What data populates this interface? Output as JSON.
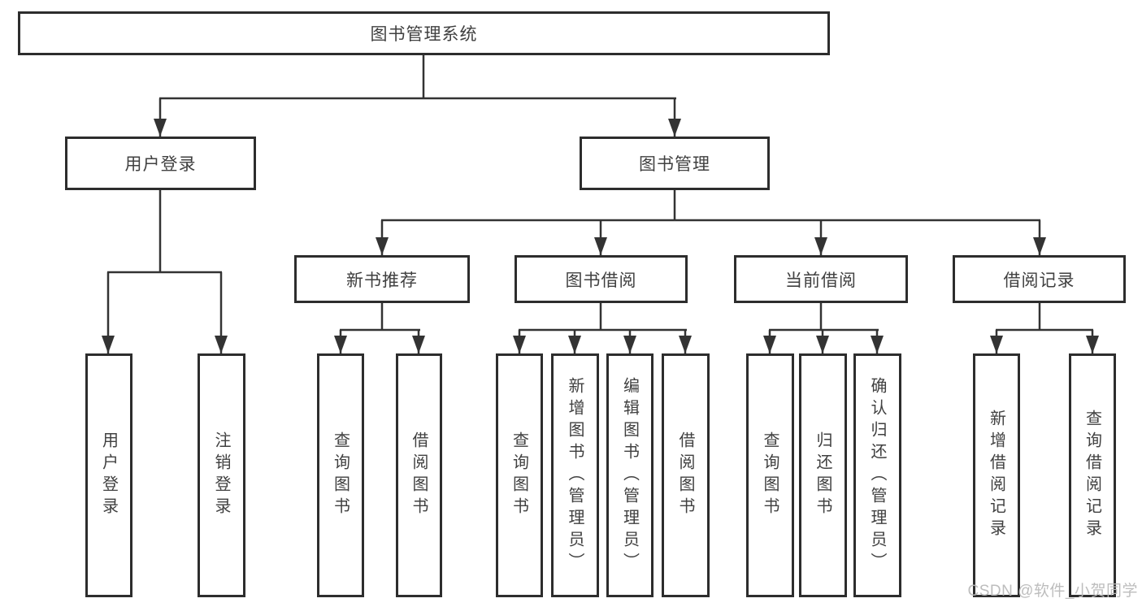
{
  "diagram": {
    "root": {
      "label": "图书管理系统"
    },
    "branches": [
      {
        "label": "用户登录",
        "children": [
          {
            "label": "用户登录"
          },
          {
            "label": "注销登录"
          }
        ]
      },
      {
        "label": "图书管理",
        "children": [
          {
            "label": "新书推荐",
            "children": [
              {
                "label": "查询图书"
              },
              {
                "label": "借阅图书"
              }
            ]
          },
          {
            "label": "图书借阅",
            "children": [
              {
                "label": "查询图书"
              },
              {
                "label": "新增图书（管理员）"
              },
              {
                "label": "编辑图书（管理员）"
              },
              {
                "label": "借阅图书"
              }
            ]
          },
          {
            "label": "当前借阅",
            "children": [
              {
                "label": "查询图书"
              },
              {
                "label": "归还图书"
              },
              {
                "label": "确认归还（管理员）"
              }
            ]
          },
          {
            "label": "借阅记录",
            "children": [
              {
                "label": "新增借阅记录"
              },
              {
                "label": "查询借阅记录"
              }
            ]
          }
        ]
      }
    ]
  },
  "watermark": {
    "text": "CSDN @软件_小贺同学"
  },
  "colors": {
    "line": "#333333",
    "border": "#2d2d2d",
    "text": "#404040",
    "watermark": "#b9b9b9",
    "background": "#ffffff"
  }
}
